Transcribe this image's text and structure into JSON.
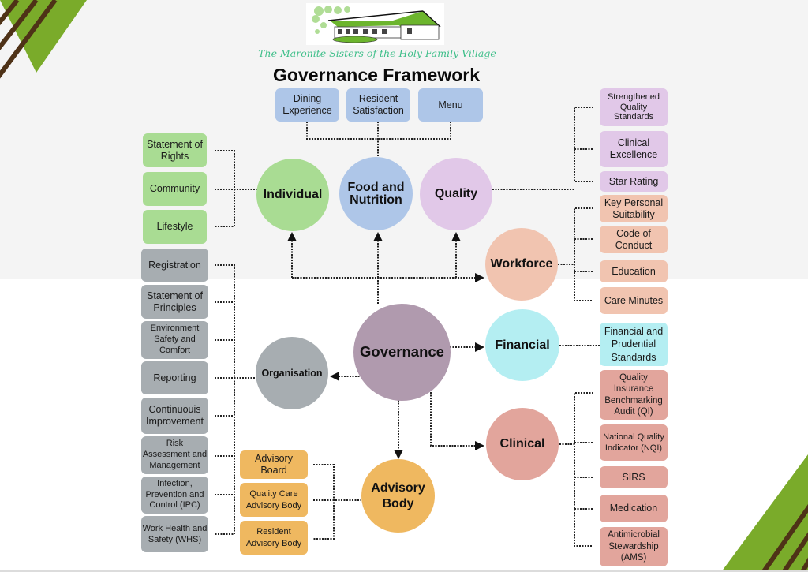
{
  "header": {
    "subtitle": "The Maronite Sisters of the Holy Family Village",
    "title": "Governance Framework",
    "logo": "village building logo"
  },
  "colors": {
    "accent_green": "#7aab2a",
    "accent_brown": "#4e3217",
    "subtitle_green": "#3fbf8a",
    "governance": "#b09aae",
    "individual": "#a9dc93",
    "food": "#aec6e8",
    "quality": "#e1c8e8",
    "workforce": "#f1c4b0",
    "financial": "#b4eef2",
    "clinical": "#e2a59c",
    "organisation": "#a7adb1",
    "advisory": "#efb860"
  },
  "nodes": {
    "governance": "Governance",
    "individual": "Individual",
    "food": "Food and Nutrition",
    "quality": "Quality",
    "workforce": "Workforce",
    "financial": "Financial",
    "clinical": "Clinical",
    "organisation": "Organisation",
    "advisory": "Advisory Body"
  },
  "food_items": [
    "Dining Experience",
    "Resident Satisfaction",
    "Menu"
  ],
  "quality_items": [
    "Strengthened Quality Standards",
    "Clinical Excellence",
    "Star Rating"
  ],
  "workforce_items": [
    "Key Personal Suitability",
    "Code of Conduct",
    "Education",
    "Care Minutes"
  ],
  "financial_items": [
    "Financial and Prudential Standards"
  ],
  "clinical_items": [
    "Quality Insurance Benchmarking Audit (QI)",
    "National Quality Indicator (NQI)",
    "SIRS",
    "Medication",
    "Antimicrobial Stewardship (AMS)"
  ],
  "individual_items": [
    "Statement of Rights",
    "Community",
    "Lifestyle"
  ],
  "organisation_items": [
    "Registration",
    "Statement of Principles",
    "Environment Safety and Comfort",
    "Reporting",
    "Continuouis Improvement",
    "Risk Assessment and Management",
    "Infection, Prevention and Control (IPC)",
    "Work Health and Safety (WHS)"
  ],
  "advisory_items": [
    "Advisory Board",
    "Quality Care Advisory Body",
    "Resident Advisory Body"
  ]
}
